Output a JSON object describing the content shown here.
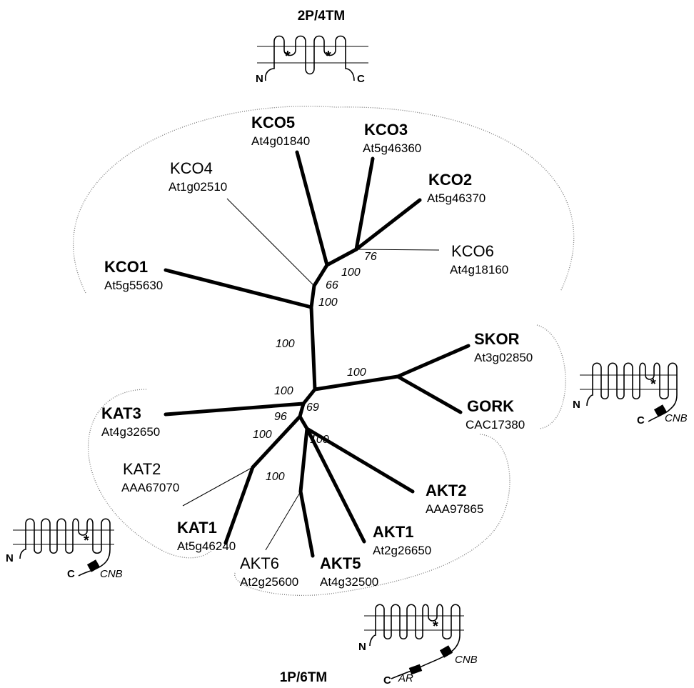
{
  "groups": {
    "top_label": "2P/4TM",
    "bottom_label": "1P/6TM"
  },
  "topology": {
    "n_terminus": "N",
    "c_terminus": "C",
    "pore_mark": "*",
    "cnb_label": "CNB",
    "ar_label": "AR"
  },
  "leaves": [
    {
      "id": "kco5",
      "name": "KCO5",
      "accession": "At4g01840",
      "bold": true
    },
    {
      "id": "kco3",
      "name": "KCO3",
      "accession": "At5g46360",
      "bold": true
    },
    {
      "id": "kco2",
      "name": "KCO2",
      "accession": "At5g46370",
      "bold": true
    },
    {
      "id": "kco4",
      "name": "KCO4",
      "accession": "At1g02510",
      "bold": false
    },
    {
      "id": "kco6",
      "name": "KCO6",
      "accession": "At4g18160",
      "bold": false
    },
    {
      "id": "kco1",
      "name": "KCO1",
      "accession": "At5g55630",
      "bold": true
    },
    {
      "id": "skor",
      "name": "SKOR",
      "accession": "At3g02850",
      "bold": true
    },
    {
      "id": "gork",
      "name": "GORK",
      "accession": "CAC17380",
      "bold": true
    },
    {
      "id": "kat3",
      "name": "KAT3",
      "accession": "At4g32650",
      "bold": true
    },
    {
      "id": "kat2",
      "name": "KAT2",
      "accession": "AAA67070",
      "bold": false
    },
    {
      "id": "akt2",
      "name": "AKT2",
      "accession": "AAA97865",
      "bold": true
    },
    {
      "id": "kat1",
      "name": "KAT1",
      "accession": "At5g46240",
      "bold": true
    },
    {
      "id": "akt1",
      "name": "AKT1",
      "accession": "At2g26650",
      "bold": true
    },
    {
      "id": "akt6",
      "name": "AKT6",
      "accession": "At2g25600",
      "bold": false
    },
    {
      "id": "akt5",
      "name": "AKT5",
      "accession": "At4g32500",
      "bold": true
    }
  ],
  "bootstrap": {
    "kco3_kco2": "76",
    "kco3_kco2_kco6": "100",
    "kco4_node": "66",
    "kco_clade": "100",
    "central_branch": "100",
    "skor_gork": "100",
    "outward_node": "100",
    "central_node": "69",
    "kat3_node": "96",
    "kat_clade": "100",
    "akt_clade": "100",
    "akt6_akt5": "100"
  }
}
